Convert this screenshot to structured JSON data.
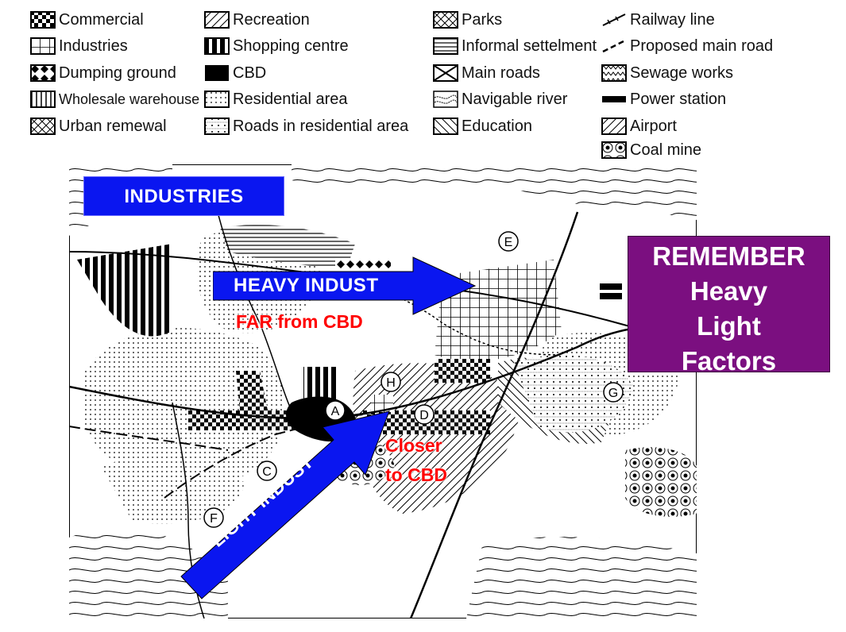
{
  "legend": [
    {
      "label": "Commercial",
      "pattern": "checker"
    },
    {
      "label": "Industries",
      "pattern": "grid"
    },
    {
      "label": "Dumping ground",
      "pattern": "diamonds"
    },
    {
      "label": "Wholesale warehouse",
      "pattern": "vlines"
    },
    {
      "label": "Urban remewal",
      "pattern": "crosshatch"
    },
    {
      "label": "Recreation",
      "pattern": "diag"
    },
    {
      "label": "Shopping centre",
      "pattern": "heavyvlines"
    },
    {
      "label": "CBD",
      "pattern": "solid"
    },
    {
      "label": "Residential area",
      "pattern": "dots"
    },
    {
      "label": "Roads in residential area",
      "pattern": "dotgrid"
    },
    {
      "label": "Parks",
      "pattern": "crosshatch"
    },
    {
      "label": "Informal settelment",
      "pattern": "hlines"
    },
    {
      "label": "Main roads",
      "pattern": "xmark"
    },
    {
      "label": "Navigable river",
      "pattern": "wavy"
    },
    {
      "label": "Education",
      "pattern": "backdiag"
    },
    {
      "label": "Railway line",
      "pattern": "railway"
    },
    {
      "label": "Proposed main road",
      "pattern": "dashed"
    },
    {
      "label": "Sewage works",
      "pattern": "zigzag"
    },
    {
      "label": "Power station",
      "pattern": "thickbar"
    },
    {
      "label": "Airport",
      "pattern": "diag"
    },
    {
      "label": "Coal mine",
      "pattern": "circles"
    }
  ],
  "map_letters": [
    "E",
    "H",
    "A",
    "D",
    "G",
    "C",
    "F"
  ],
  "labels": {
    "industries": "INDUSTRIES",
    "heavy_indust": "HEAVY INDUST",
    "light_indust": "LIGHT INDUST",
    "far_from_cbd": "FAR from CBD",
    "closer_line1": "Closer",
    "closer_line2": "to CBD",
    "remember": [
      "REMEMBER",
      "Heavy",
      "Light",
      "Factors"
    ]
  },
  "colors": {
    "blue": "#0a16f0",
    "purple": "#7b0f80",
    "red": "#ff0000"
  }
}
